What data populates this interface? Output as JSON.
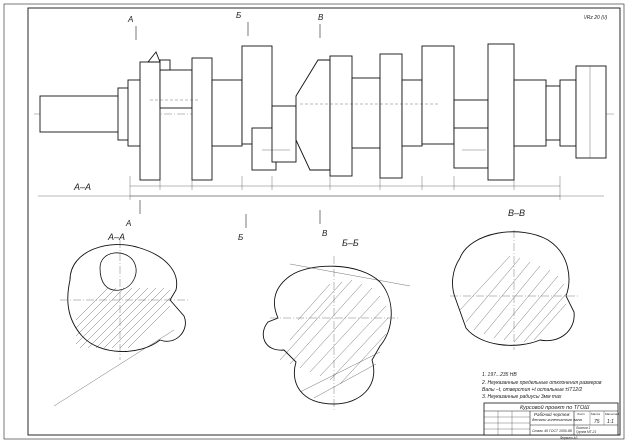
{
  "roughness": "\\/Rz 20 (\\/)",
  "labels": {
    "cut_a_top": "А",
    "cut_b_top": "Б",
    "cut_v_top": "В",
    "cut_a_bottom": "А",
    "cut_b_bottom": "Б",
    "cut_v_bottom": "В",
    "main_view": "А–А",
    "section_aa": "А–А",
    "section_bb": "Б–Б",
    "section_vv": "В–В"
  },
  "notes": [
    "1.   197...235 HB",
    "2.   Неуказанные предельные отклонения размеров",
    "      Валы –t, отверстия +t остальные ±IT12/2",
    "3.   Неуказанные радиусы 3мм max"
  ],
  "title_block": {
    "project": "Курсовой проект по ТГОШ",
    "drawing_name_1": "Рабочий чертеж",
    "drawing_name_2": "детали коленчатого вала",
    "material": "Сталь 45 ГОСТ 1050-88",
    "scale": "1:1",
    "mass": "75",
    "sheet_label": "Лист",
    "sheets_label": "Листов 1",
    "mass_label": "Масса",
    "scale_label": "Масштаб",
    "group": "Группа МТ-21",
    "format": "Формат А3"
  }
}
